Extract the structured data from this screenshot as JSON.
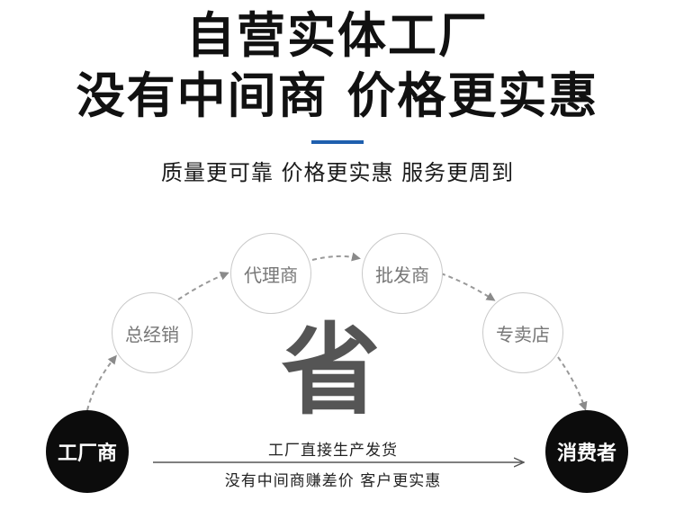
{
  "header": {
    "title_line1": "自营实体工厂",
    "title_line2": "没有中间商 价格更实惠",
    "subtitle": "质量更可靠 价格更实惠 服务更周到",
    "accent_color": "#1f5fae"
  },
  "flow": {
    "factory": "工厂商",
    "distributor": "总经销",
    "agent": "代理商",
    "wholesaler": "批发商",
    "retailer": "专卖店",
    "consumer": "消费者",
    "save": "省",
    "direct_label": "工厂直接生产发货",
    "direct_sublabel": "没有中间商赚差价 客户更实惠"
  }
}
